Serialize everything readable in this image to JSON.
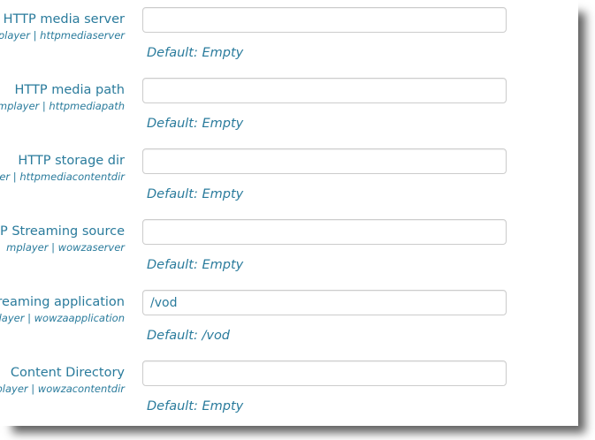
{
  "page": {
    "background_color": "#ffffff",
    "accent_text_color": "#2a7b9c",
    "input_border_color": "#cccccc"
  },
  "form": {
    "fields": [
      {
        "label": "HTTP media server",
        "setting": "player | httpmediaserver",
        "value": "",
        "default_text": "Default: Empty"
      },
      {
        "label": "HTTP media path",
        "setting": "mplayer | httpmediapath",
        "value": "",
        "default_text": "Default: Empty"
      },
      {
        "label": "HTTP storage dir",
        "setting": "er | httpmediacontentdir",
        "value": "",
        "default_text": "Default: Empty"
      },
      {
        "label": "MP Streaming source",
        "setting": "mplayer | wowzaserver",
        "value": "",
        "default_text": "Default: Empty"
      },
      {
        "label": "treaming application",
        "setting": "layer | wowzaapplication",
        "value": "/vod",
        "default_text": "Default: /vod"
      },
      {
        "label": "Content Directory",
        "setting": "player | wowzacontentdir",
        "value": "",
        "default_text": "Default: Empty"
      }
    ]
  }
}
